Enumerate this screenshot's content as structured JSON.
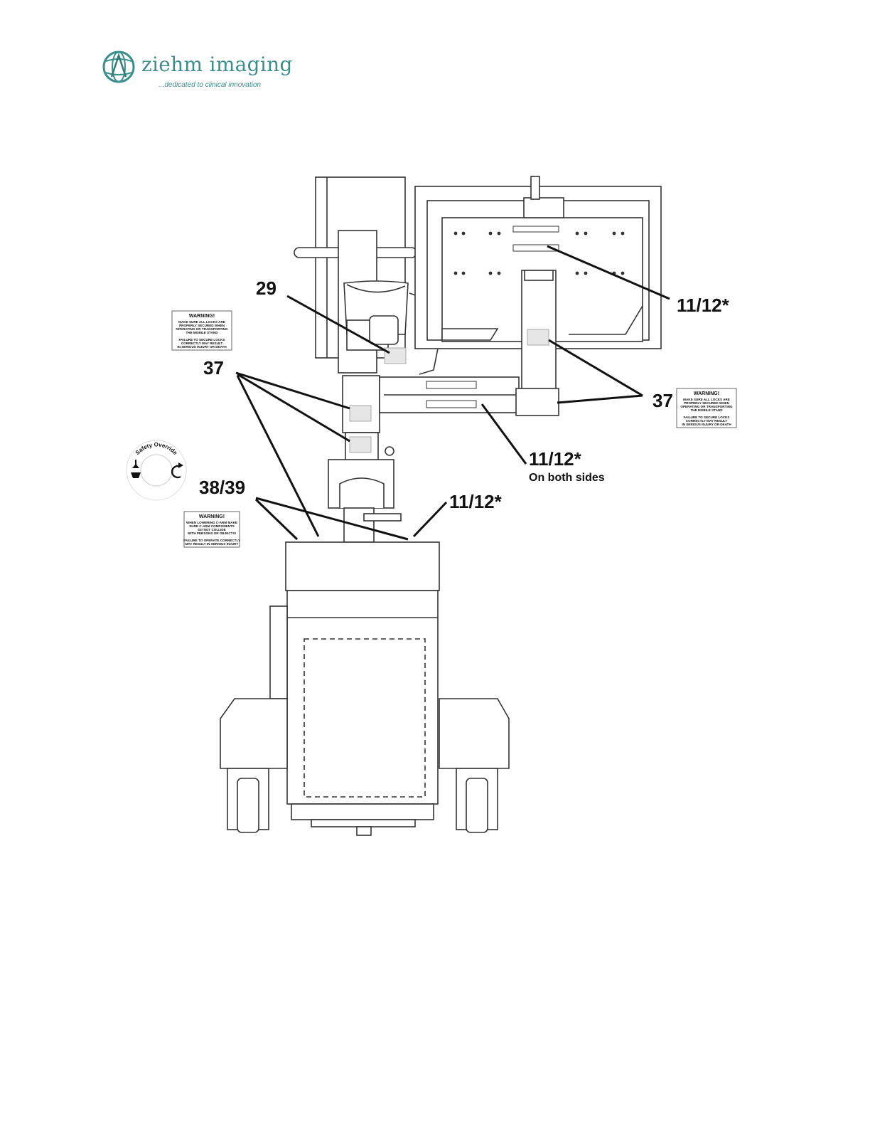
{
  "logo": {
    "name": "ziehm imaging",
    "tagline": "...dedicated to clinical innovation",
    "color": "#3a8f8c"
  },
  "callouts": {
    "c29": "29",
    "c37_left": "37",
    "c37_right": "37",
    "c11_top": "11/12*",
    "c11_mid": "11/12*",
    "c11_mid_note": "On both sides",
    "c11_base": "11/12*",
    "c38": "38/39"
  },
  "warning_lock": {
    "title": "WARNING!",
    "lines": [
      "MAKE SURE ALL LOCKS ARE",
      "PROPERLY SECURED WHEN",
      "OPERATING OR TRANSPORTING",
      "THE MOBILE STAND",
      "",
      "FAILURE TO SECURE LOCKS",
      "CORRECTLY MAY RESULT",
      "IN SERIOUS INJURY OR DEATH"
    ]
  },
  "warning_carm": {
    "title": "WARNING!",
    "lines": [
      "WHEN LOWERING C-ARM MAKE",
      "SURE C-ARM COMPONENTS",
      "DO NOT COLLIDE",
      "WITH PERSONS OR OBJECTS!",
      "",
      "FAILURE TO OPERATE CORRECTLY",
      "MAY RESULT IN SERIOUS INJURY"
    ]
  },
  "safety_override": {
    "label": "Safety Override"
  }
}
